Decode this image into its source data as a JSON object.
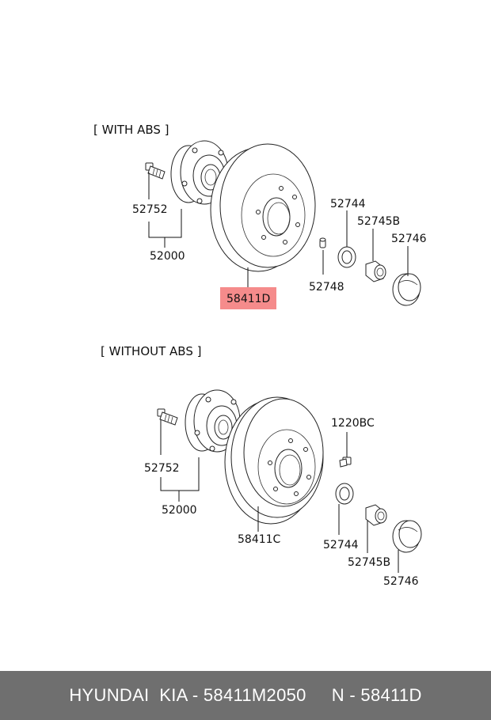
{
  "sections": [
    {
      "title": "[ WITH ABS ]",
      "labels": {
        "bolt": "52752",
        "hub": "52000",
        "disc": "58411D",
        "washer": "52744",
        "nut": "52745B",
        "cap": "52746",
        "pin": "52748"
      }
    },
    {
      "title": "[ WITHOUT ABS ]",
      "labels": {
        "bolt": "52752",
        "hub": "52000",
        "drum": "58411C",
        "screw": "1220BC",
        "washer": "52744",
        "nut": "52745B",
        "cap": "52746"
      }
    }
  ],
  "highlight_color": "#f58b8b",
  "footer": {
    "text": "HYUNDAI  KIA - 58411M2050     N - 58411D"
  }
}
